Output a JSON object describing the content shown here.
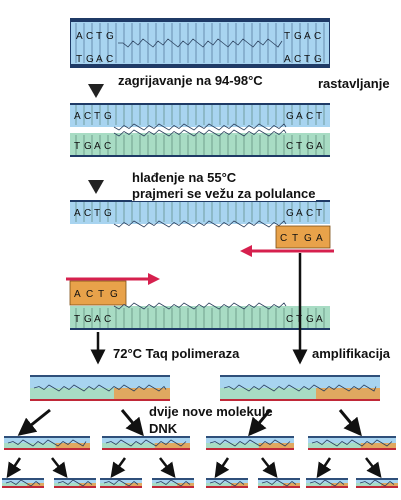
{
  "steps": {
    "denature": "zagrijavanje na 94-98°C",
    "denature_tag": "rastavljanje",
    "anneal_line1": "hlađenje na 55°C",
    "anneal_line2": "prajmeri se vežu za polulance",
    "extend": "72°C Taq polimeraza",
    "amplify": "amplifikacija",
    "result_line1": "dvije nove molekule",
    "result_line2": "DNK"
  },
  "bases": {
    "top_left": [
      "A",
      "C",
      "T",
      "G"
    ],
    "bottom_left": [
      "T",
      "G",
      "A",
      "C"
    ],
    "top_right": [
      "T",
      "G",
      "A",
      "C"
    ],
    "bottom_right": [
      "A",
      "C",
      "T",
      "G"
    ],
    "right_top_single": [
      "G",
      "A",
      "C",
      "T"
    ],
    "right_bottom_single": [
      "C",
      "T",
      "G",
      "A"
    ]
  },
  "colors": {
    "blue_strand": "#a8d4f0",
    "green_strand": "#a8dcc4",
    "primer": "#e8a24a",
    "arrow_red": "#d6204e",
    "navy": "#2f4f7a",
    "bar_red": "#c02838"
  }
}
